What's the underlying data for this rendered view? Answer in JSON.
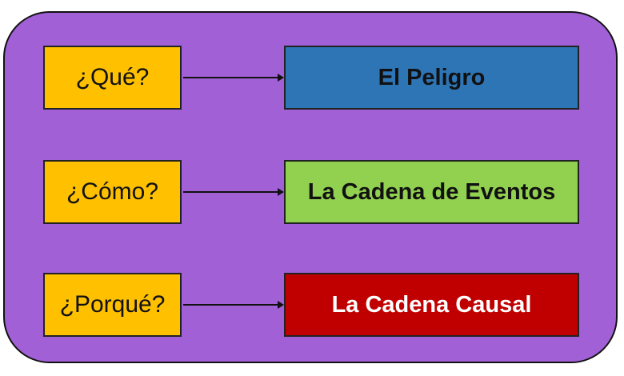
{
  "diagram": {
    "panel_color": "#a260d6",
    "rows": [
      {
        "question": "¿Qué?",
        "question_color": "#ffc000",
        "answer": "El Peligro",
        "answer_color": "#2e75b6"
      },
      {
        "question": "¿Cómo?",
        "question_color": "#ffc000",
        "answer": "La Cadena de Eventos",
        "answer_color": "#92d050"
      },
      {
        "question": "¿Porqué?",
        "question_color": "#ffc000",
        "answer": "La Cadena Causal",
        "answer_color": "#c00000"
      }
    ]
  }
}
